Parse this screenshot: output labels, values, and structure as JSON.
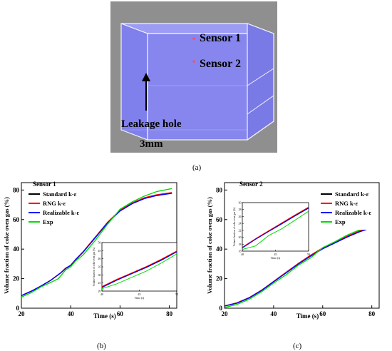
{
  "figure": {
    "panel_a": {
      "caption": "(a)",
      "sensor1_label": "Sensor 1",
      "sensor2_label": "Sensor 2",
      "leak_label": "Leakage hole",
      "size_label": "3mm",
      "colors": {
        "background": "#8f8f8f",
        "box": "#8c8cf0",
        "box_edge": "#f2f2ff",
        "arrow": "#000000",
        "sensor_dot": "#ff4d6d"
      }
    },
    "panel_b": {
      "caption": "(b)"
    },
    "panel_c": {
      "caption": "(c)"
    }
  },
  "chart_data": [
    {
      "id": "b",
      "type": "line",
      "title": "Sensor 1",
      "xlabel": "Time (s)",
      "ylabel": "Volume fraction of coke oven gas (%)",
      "xlim": [
        20,
        83
      ],
      "ylim": [
        0,
        85
      ],
      "xticks": [
        20,
        40,
        60,
        80
      ],
      "yticks": [
        0,
        20,
        40,
        60,
        80
      ],
      "legend_position": "top-left",
      "series": [
        {
          "name": "Standard k-ε",
          "color": "#000000",
          "x": [
            20,
            24,
            28,
            32,
            36,
            38,
            40,
            42,
            45,
            50,
            55,
            60,
            65,
            70,
            75,
            81
          ],
          "y": [
            8.5,
            11.5,
            15,
            19,
            24,
            27,
            29,
            33,
            38,
            48,
            58,
            66,
            71,
            74.5,
            76.5,
            78
          ]
        },
        {
          "name": "RNG k-ε",
          "color": "#ff0000",
          "x": [
            20,
            24,
            28,
            32,
            36,
            38,
            40,
            42,
            45,
            50,
            55,
            60,
            65,
            70,
            75,
            81
          ],
          "y": [
            8.5,
            11.5,
            15,
            19,
            24,
            27.2,
            29,
            33,
            38.2,
            48.2,
            58.3,
            66.3,
            71.3,
            74.8,
            76.8,
            78.3
          ]
        },
        {
          "name": "Realizable k-ε",
          "color": "#0000ff",
          "x": [
            20,
            24,
            28,
            32,
            36,
            38,
            40,
            42,
            45,
            50,
            55,
            60,
            65,
            70,
            75,
            81
          ],
          "y": [
            8.5,
            11.5,
            15,
            19,
            24,
            27,
            29,
            32.8,
            37.8,
            47.8,
            57.8,
            65.8,
            70.8,
            74.3,
            76.3,
            77.8
          ]
        },
        {
          "name": "Exp",
          "color": "#00dd00",
          "x": [
            20,
            24,
            28,
            32,
            35,
            38,
            40,
            42,
            45,
            50,
            55,
            60,
            65,
            70,
            75,
            81
          ],
          "y": [
            7.5,
            10.5,
            14.5,
            17.5,
            20,
            26,
            28,
            32,
            36,
            46,
            57,
            67,
            72,
            76,
            79,
            81
          ]
        }
      ],
      "inset": {
        "xlim": [
          40,
          50
        ],
        "ylim": [
          20,
          50
        ],
        "xticks": [
          40,
          45,
          50
        ],
        "yticks": [
          20,
          25,
          30,
          35,
          40,
          45,
          50
        ],
        "xlabel": "Time (s)",
        "ylabel": "Volume fraction of coke oven gas (%)",
        "series": [
          {
            "name": "Standard k-ε",
            "color": "#000000",
            "x": [
              40,
              42,
              44,
              46,
              48,
              50
            ],
            "y": [
              22.5,
              27,
              31,
              35,
              39.5,
              44.5
            ]
          },
          {
            "name": "RNG k-ε",
            "color": "#ff0000",
            "x": [
              40,
              42,
              44,
              46,
              48,
              50
            ],
            "y": [
              22.8,
              27.3,
              31.3,
              35.3,
              39.8,
              44.8
            ]
          },
          {
            "name": "Realizable k-ε",
            "color": "#0000ff",
            "x": [
              40,
              42,
              44,
              46,
              48,
              50
            ],
            "y": [
              22.2,
              26.7,
              30.7,
              34.7,
              39.2,
              44.2
            ]
          },
          {
            "name": "Exp",
            "color": "#00dd00",
            "x": [
              40,
              42,
              44,
              46,
              48,
              50
            ],
            "y": [
              21.5,
              24.5,
              28.5,
              32.5,
              37.5,
              43
            ]
          }
        ]
      }
    },
    {
      "id": "c",
      "type": "line",
      "title": "Sensor 2",
      "xlabel": "Time (s)",
      "ylabel": "Volume fraction of coke oven gas (%)",
      "xlim": [
        20,
        83
      ],
      "ylim": [
        0,
        85
      ],
      "xticks": [
        20,
        40,
        60,
        80
      ],
      "yticks": [
        0,
        20,
        40,
        60,
        80
      ],
      "legend_position": "top-right",
      "series": [
        {
          "name": "Standard k-ε",
          "color": "#000000",
          "x": [
            20,
            25,
            30,
            35,
            40,
            45,
            50,
            55,
            60,
            65,
            70,
            75,
            81
          ],
          "y": [
            1.5,
            3.5,
            7,
            12,
            18,
            24,
            30,
            35.5,
            40.5,
            44.5,
            48.5,
            52,
            55.5
          ]
        },
        {
          "name": "RNG k-ε",
          "color": "#ff0000",
          "x": [
            20,
            25,
            30,
            35,
            40,
            45,
            50,
            55,
            60,
            65,
            70,
            75,
            81
          ],
          "y": [
            1.5,
            3.6,
            7.1,
            12.1,
            18.1,
            24.2,
            30.2,
            35.8,
            40.8,
            44.8,
            48.8,
            52.3,
            55.8
          ]
        },
        {
          "name": "Realizable k-ε",
          "color": "#0000ff",
          "x": [
            20,
            25,
            30,
            35,
            40,
            45,
            50,
            55,
            60,
            65,
            70,
            75,
            81
          ],
          "y": [
            1.5,
            3.4,
            6.9,
            11.9,
            17.9,
            23.8,
            29.8,
            35.2,
            40.2,
            44.2,
            48.2,
            51.7,
            55.2
          ]
        },
        {
          "name": "Exp",
          "color": "#00dd00",
          "x": [
            20,
            25,
            30,
            35,
            40,
            45,
            50,
            55,
            60,
            65,
            70,
            75,
            81
          ],
          "y": [
            0.5,
            2.5,
            6,
            11,
            17,
            22.5,
            29,
            34,
            41,
            45,
            49.5,
            53,
            57
          ]
        }
      ],
      "inset": {
        "xlim": [
          40,
          50
        ],
        "ylim": [
          16,
          30
        ],
        "xticks": [
          40,
          45,
          50
        ],
        "yticks": [
          16,
          18,
          20,
          22,
          24,
          26,
          28,
          30
        ],
        "xlabel": "Time (s)",
        "ylabel": "Volume fraction of coke oven gas (%)",
        "series": [
          {
            "name": "Standard k-ε",
            "color": "#000000",
            "x": [
              40,
              42,
              44,
              46,
              48,
              50
            ],
            "y": [
              17,
              19.5,
              21.8,
              24,
              26.3,
              28.5
            ]
          },
          {
            "name": "RNG k-ε",
            "color": "#ff0000",
            "x": [
              40,
              42,
              44,
              46,
              48,
              50
            ],
            "y": [
              17.1,
              19.6,
              21.9,
              24.2,
              26.5,
              28.7
            ]
          },
          {
            "name": "Realizable k-ε",
            "color": "#0000ff",
            "x": [
              40,
              42,
              44,
              46,
              48,
              50
            ],
            "y": [
              16.9,
              19.4,
              21.7,
              23.9,
              26.2,
              28.4
            ]
          },
          {
            "name": "Exp",
            "color": "#00dd00",
            "x": [
              40,
              42,
              44,
              46,
              48,
              50
            ],
            "y": [
              16.5,
              17.5,
              20.5,
              22.5,
              25,
              27.5
            ]
          }
        ]
      }
    }
  ]
}
